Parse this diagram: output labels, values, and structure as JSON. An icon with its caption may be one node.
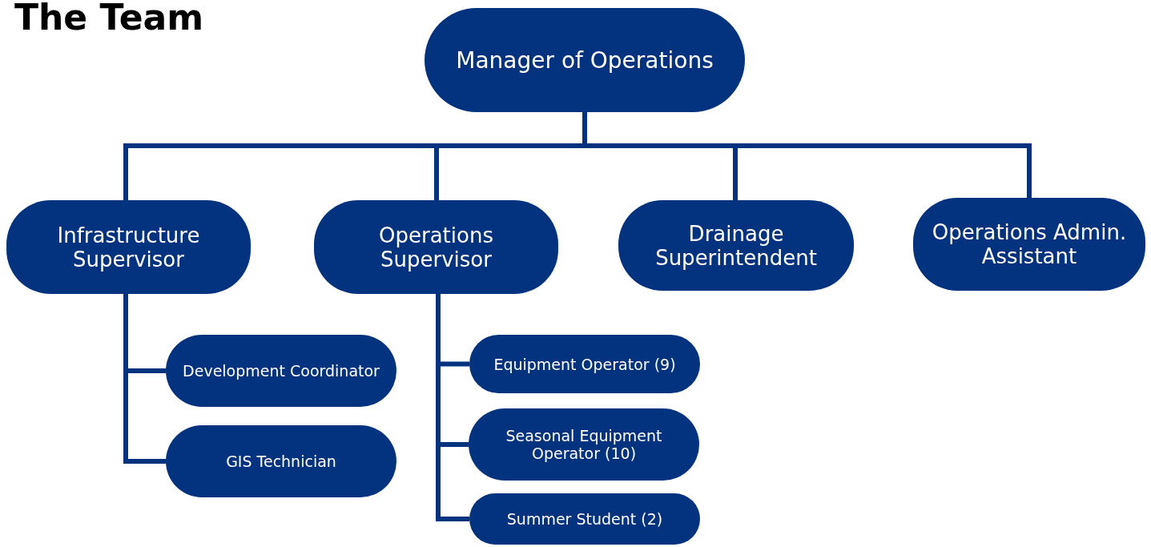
{
  "diagram": {
    "title": "The Team",
    "nodes": [
      {
        "text": [
          "Manager of Operations"
        ]
      },
      {
        "text": [
          "Infrastructure Supervisor"
        ]
      },
      {
        "text": [
          "Operations Supervisor"
        ]
      },
      {
        "text": [
          "Drainage Superintendent"
        ]
      },
      {
        "text": [
          "Operations Admin. Assistant"
        ]
      },
      {
        "text": [
          "Development Coordinator"
        ]
      },
      {
        "text": [
          "GIS Technician"
        ]
      },
      {
        "text": [
          "Equipment Operator (9)"
        ]
      },
      {
        "text": [
          "Seasonal Equipment Operator (10)"
        ]
      },
      {
        "text": [
          "Summer Student (2)"
        ]
      }
    ],
    "edges": [
      {
        "from": 0,
        "to": 1,
        "arrow": "none"
      },
      {
        "from": 0,
        "to": 2,
        "arrow": "none"
      },
      {
        "from": 0,
        "to": 3,
        "arrow": "none"
      },
      {
        "from": 0,
        "to": 4,
        "arrow": "none"
      },
      {
        "from": 1,
        "to": 5,
        "arrow": "none"
      },
      {
        "from": 1,
        "to": 6,
        "arrow": "none"
      },
      {
        "from": 2,
        "to": 7,
        "arrow": "none"
      },
      {
        "from": 2,
        "to": 8,
        "arrow": "none"
      },
      {
        "from": 2,
        "to": 9,
        "arrow": "none"
      }
    ]
  }
}
